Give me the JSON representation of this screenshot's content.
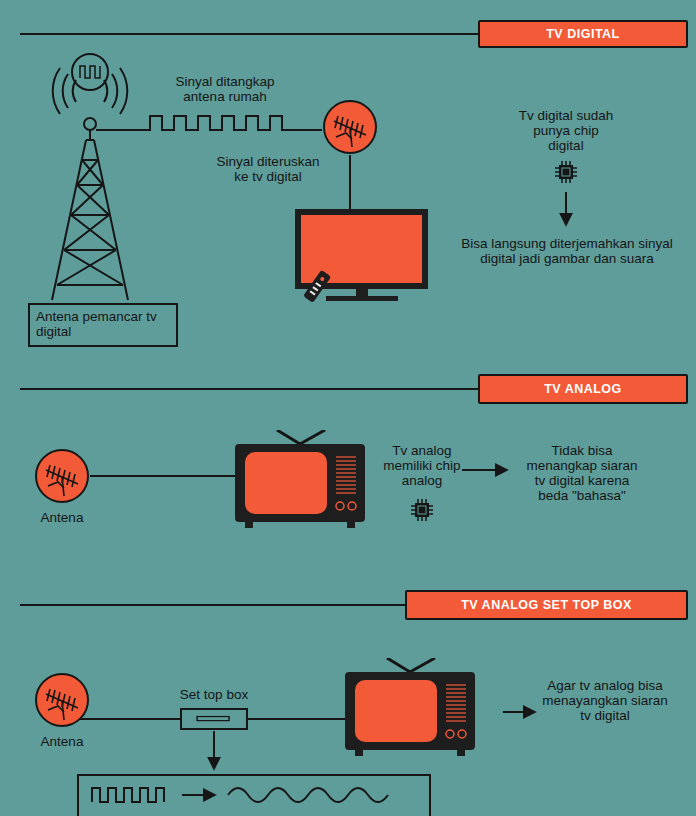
{
  "diagram": {
    "nodes": [
      {
        "text": [
          "TV DIGITAL"
        ]
      },
      {
        "text": [
          "Antena pemancar tv digital"
        ]
      },
      {
        "text": [
          "TV ANALOG"
        ]
      },
      {
        "text": [
          "Antena"
        ]
      },
      {
        "text": [
          "TV ANALOG SET TOP BOX"
        ]
      },
      {
        "text": [
          "Antena"
        ]
      },
      {
        "text": [
          "Set top box"
        ]
      }
    ],
    "edges": [
      {
        "from": 5,
        "to": 6,
        "arrow": "none"
      }
    ],
    "labels": [
      "Sinyal ditangkap antena rumah",
      "Sinyal diteruskan ke tv digital",
      "Tv digital sudah punya chip digital",
      "Bisa langsung diterjemahkan sinyal digital jadi gambar dan suara",
      "Tv analog memiliki chip analog",
      "Tidak bisa menangkap siaran tv digital karena beda \"bahasa\"",
      "Agar tv analog bisa menayangkan siaran tv digital"
    ]
  }
}
